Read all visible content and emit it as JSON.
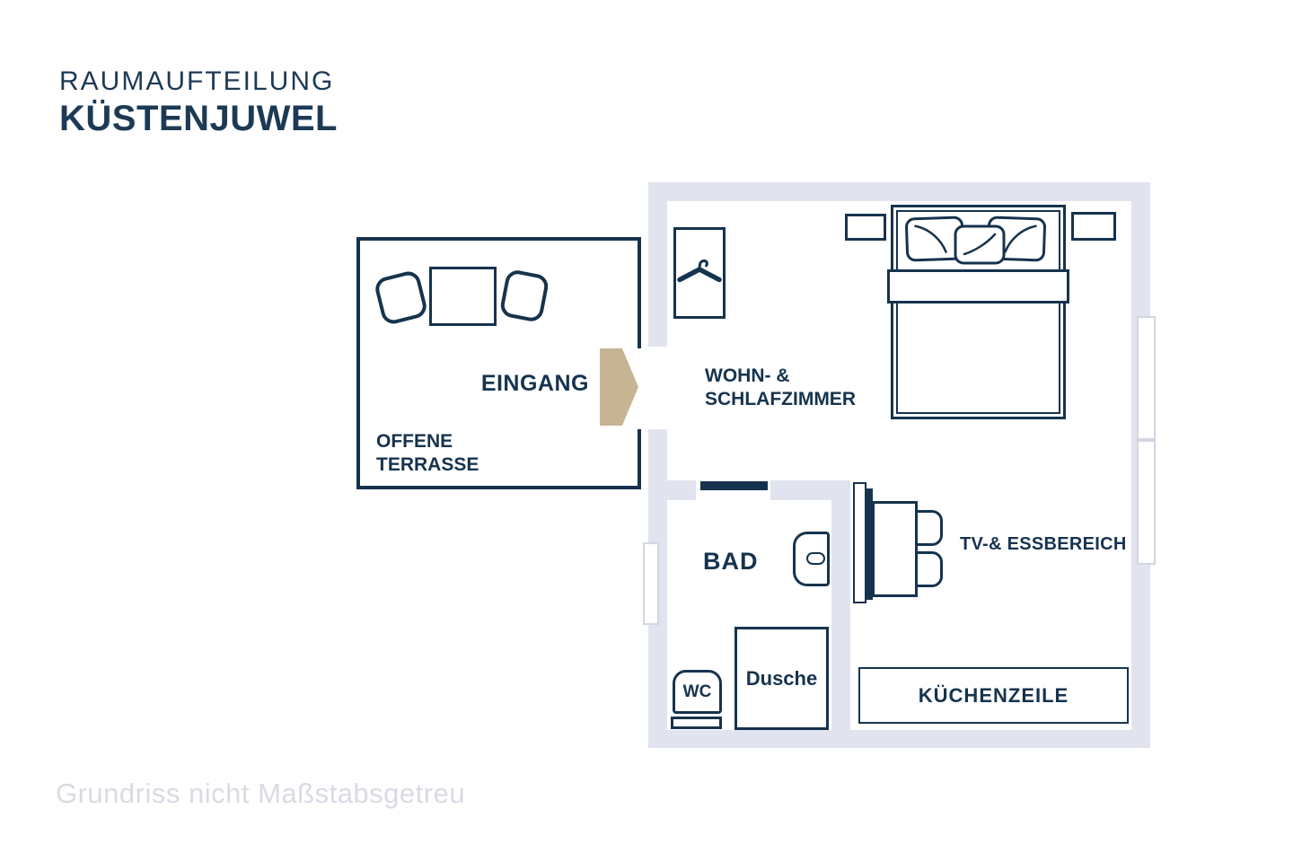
{
  "header": {
    "subtitle": "RAUMAUFTEILUNG",
    "title": "KÜSTENJUWEL"
  },
  "footer": {
    "note": "Grundriss nicht Maßstabsgetreu"
  },
  "colors": {
    "navy": "#16334E",
    "title_navy": "#1D3A55",
    "wall_gray": "#E1E4EE",
    "arrow_tan": "#C7B493",
    "footer_gray": "#D8DBE4",
    "window_border": "#D3D6E1"
  },
  "labels": {
    "terrace_line1": "OFFENE",
    "terrace_line2": "TERRASSE",
    "entrance": "EINGANG",
    "living_line1": "WOHN- &",
    "living_line2": "SCHLAFZIMMER",
    "bath": "BAD",
    "wc": "WC",
    "shower": "Dusche",
    "tv_dining": "TV-& ESSBEREICH",
    "kitchen": "KÜCHENZEILE"
  },
  "icons": {
    "hanger": "hanger-icon",
    "entrance_arrow": "entrance-arrow"
  }
}
